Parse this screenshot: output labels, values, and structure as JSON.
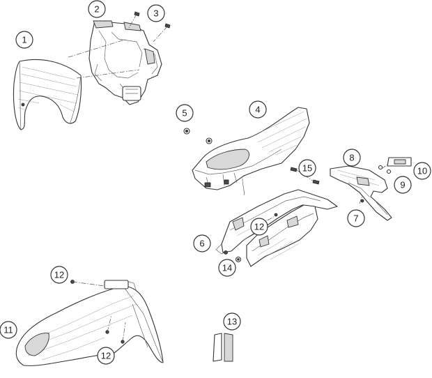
{
  "callouts": [
    "1",
    "2",
    "3",
    "4",
    "5",
    "6",
    "7",
    "8",
    "9",
    "10",
    "11",
    "12",
    "12",
    "12",
    "13",
    "14",
    "15"
  ]
}
